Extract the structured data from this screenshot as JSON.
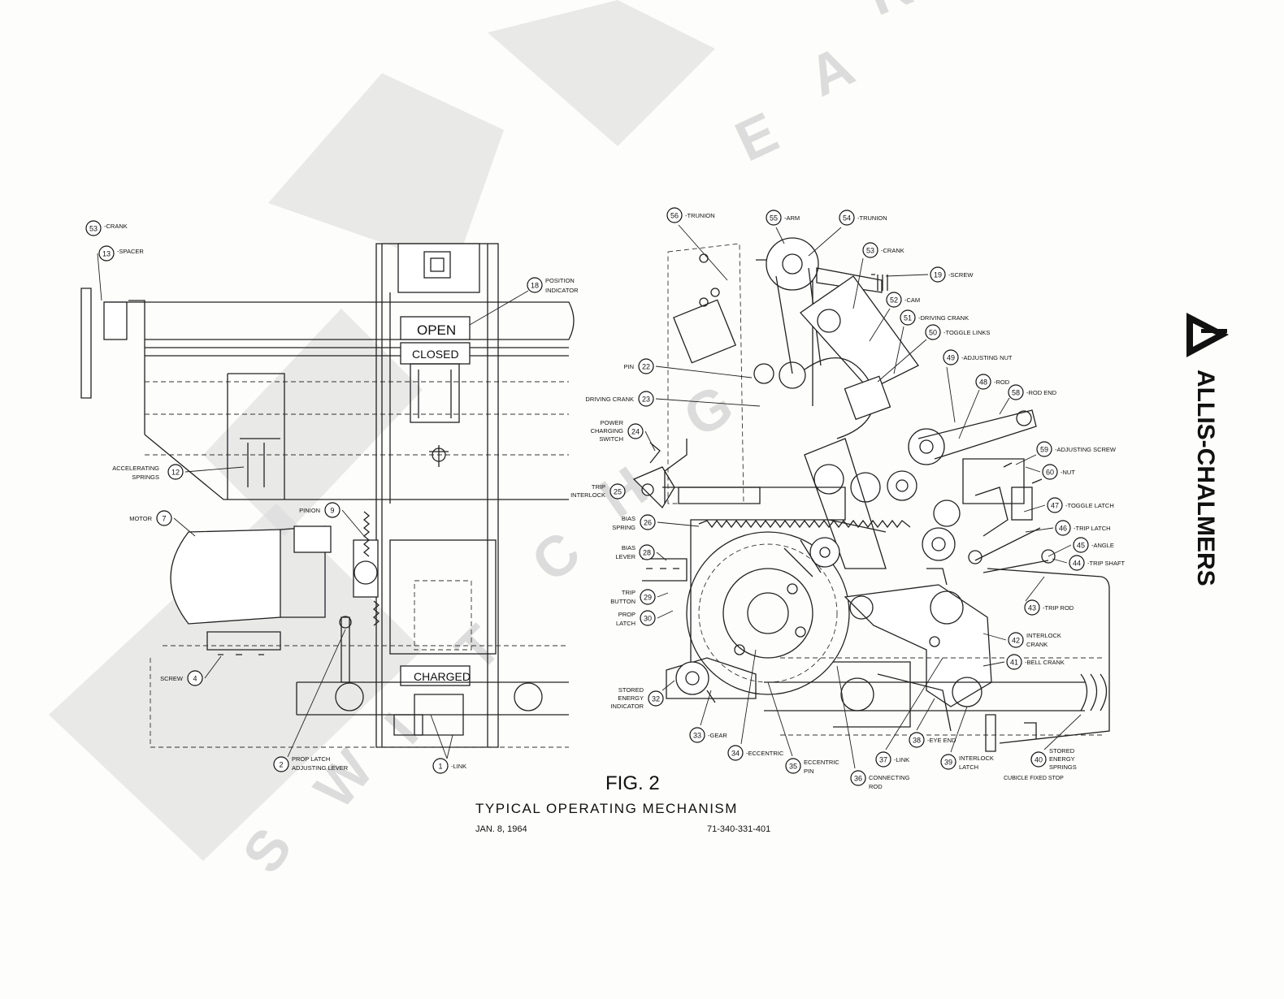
{
  "figure": {
    "number": "FIG. 2",
    "title": "TYPICAL  OPERATING  MECHANISM",
    "date": "JAN. 8, 1964",
    "drawing_no": "71-340-331-401"
  },
  "brand": {
    "name": "ALLIS-CHALMERS"
  },
  "watermark": {
    "letters": [
      "S",
      "W",
      "I",
      "T",
      "C",
      "H",
      "G",
      "E",
      "A",
      "R"
    ]
  },
  "panel_text": {
    "open": "OPEN",
    "closed": "CLOSED",
    "charged": "CHARGED"
  },
  "callouts": [
    {
      "num": "53",
      "label": "CRANK"
    },
    {
      "num": "13",
      "label": "SPACER"
    },
    {
      "num": "18",
      "label": "POSITION INDICATOR"
    },
    {
      "num": "12",
      "label": "ACCELERATING SPRINGS"
    },
    {
      "num": "7",
      "label": "MOTOR"
    },
    {
      "num": "9",
      "label": "PINION"
    },
    {
      "num": "4",
      "label": "SCREW"
    },
    {
      "num": "2",
      "label": "PROP LATCH ADJUSTING LEVER"
    },
    {
      "num": "1",
      "label": "LINK"
    },
    {
      "num": "56",
      "label": "TRUNION"
    },
    {
      "num": "55",
      "label": "ARM"
    },
    {
      "num": "54",
      "label": "TRUNION"
    },
    {
      "num": "53",
      "label": "CRANK"
    },
    {
      "num": "19",
      "label": "SCREW"
    },
    {
      "num": "52",
      "label": "CAM"
    },
    {
      "num": "51",
      "label": "DRIVING CRANK"
    },
    {
      "num": "50",
      "label": "TOGGLE LINKS"
    },
    {
      "num": "49",
      "label": "ADJUSTING NUT"
    },
    {
      "num": "48",
      "label": "ROD"
    },
    {
      "num": "58",
      "label": "ROD END"
    },
    {
      "num": "22",
      "label": "PIN"
    },
    {
      "num": "23",
      "label": "DRIVING CRANK"
    },
    {
      "num": "24",
      "label": "POWER CHARGING SWITCH"
    },
    {
      "num": "25",
      "label": "TRIP INTERLOCK"
    },
    {
      "num": "26",
      "label": "BIAS SPRING"
    },
    {
      "num": "28",
      "label": "BIAS LEVER"
    },
    {
      "num": "29",
      "label": "TRIP BUTTON"
    },
    {
      "num": "30",
      "label": "PROP LATCH"
    },
    {
      "num": "32",
      "label": "STORED ENERGY INDICATOR"
    },
    {
      "num": "33",
      "label": "GEAR"
    },
    {
      "num": "34",
      "label": "ECCENTRIC"
    },
    {
      "num": "35",
      "label": "ECCENTRIC PIN"
    },
    {
      "num": "36",
      "label": "CONNECTING ROD"
    },
    {
      "num": "37",
      "label": "LINK"
    },
    {
      "num": "38",
      "label": "EYE END"
    },
    {
      "num": "39",
      "label": "INTERLOCK LATCH"
    },
    {
      "num": "40",
      "label": "STORED ENERGY SPRINGS"
    },
    {
      "num": "41",
      "label": "BELL CRANK"
    },
    {
      "num": "42",
      "label": "INTERLOCK CRANK"
    },
    {
      "num": "43",
      "label": "TRIP ROD"
    },
    {
      "num": "44",
      "label": "TRIP SHAFT"
    },
    {
      "num": "45",
      "label": "ANGLE"
    },
    {
      "num": "46",
      "label": "TRIP LATCH"
    },
    {
      "num": "47",
      "label": "TOGGLE LATCH"
    },
    {
      "num": "60",
      "label": "NUT"
    },
    {
      "num": "59",
      "label": "ADJUSTING SCREW"
    }
  ],
  "free_labels": {
    "cubicle_stop": "CUBICLE FIXED STOP"
  }
}
